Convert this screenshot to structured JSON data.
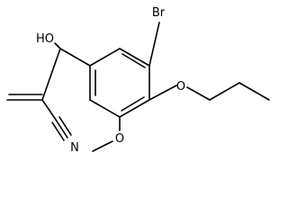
{
  "labels": {
    "bromine": "Br",
    "hydroxyl": "HO",
    "ether_oxygen": "O",
    "methoxy_oxygen": "O",
    "nitrile_nitrogen": "N"
  },
  "colors": {
    "bond": "#000000",
    "text": "#000000",
    "background": "#ffffff"
  }
}
